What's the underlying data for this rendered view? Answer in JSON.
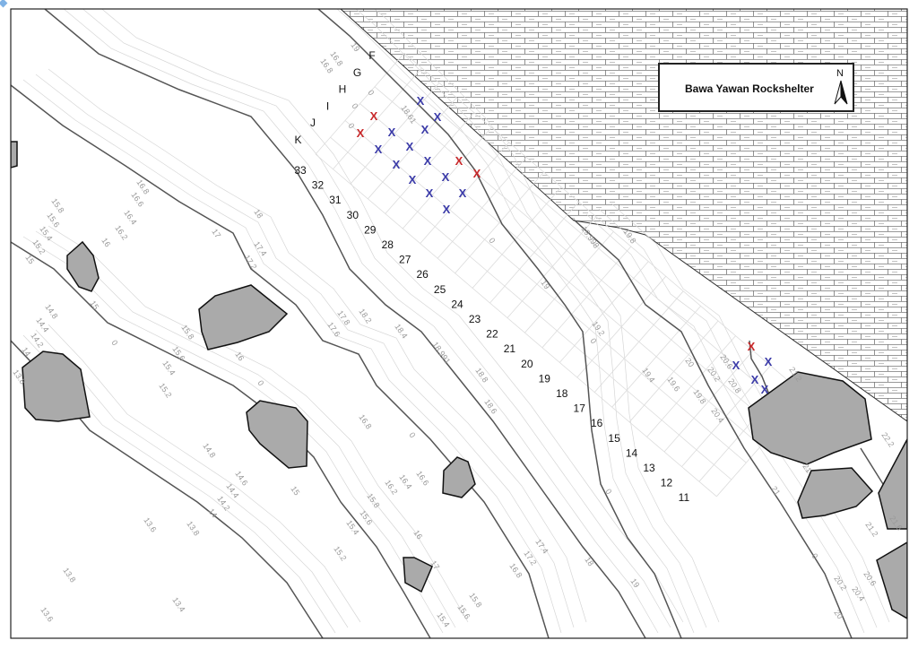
{
  "title": "Bawa Yawan Rockshelter",
  "north_label": "N",
  "colors": {
    "rock": "#aaaaaa",
    "contour_major": "#555555",
    "contour_minor": "#d6d6d6",
    "grid": "#dcdcdc",
    "find_blue": "#3a3aa8",
    "find_red": "#c8282a",
    "cliff_hatch": "#666666"
  },
  "grid_rows": [
    "F",
    "G",
    "H",
    "I",
    "J",
    "K"
  ],
  "grid_columns": [
    "33",
    "32",
    "31",
    "30",
    "29",
    "28",
    "27",
    "26",
    "25",
    "24",
    "23",
    "22",
    "21",
    "20",
    "19",
    "18",
    "17",
    "16",
    "15",
    "14",
    "13",
    "12",
    "11"
  ],
  "find_marker": "X",
  "finds": {
    "blue_count": 17,
    "red_count": 5
  },
  "contour_labels": [
    "16.8",
    "16.8",
    "19",
    "0",
    "0",
    "0",
    "18.61",
    "16.8",
    "16.6",
    "16.4",
    "16.2",
    "16",
    "15.8",
    "15.6",
    "15.4",
    "15.2",
    "15",
    "14.8",
    "14.4",
    "14.2",
    "14",
    "13.8",
    "17",
    "17.4",
    "17.2",
    "18",
    "15.8",
    "15.6",
    "15.4",
    "15.2",
    "15",
    "0",
    "16",
    "0",
    "17.8",
    "17.6",
    "18.2",
    "18.4",
    "18.991",
    "18.8",
    "18.6",
    "16.8",
    "0",
    "16.6",
    "16.4",
    "16.2",
    "15.8",
    "15.6",
    "15.4",
    "15.2",
    "15",
    "14.8",
    "14.6",
    "14.4",
    "14.2",
    "14",
    "13.8",
    "13.6",
    "13.8",
    "13.6",
    "13.4",
    "16",
    "17.4",
    "17.2",
    "16.8",
    "18",
    "19",
    "0",
    "15.8",
    "15.6",
    "15.4",
    "17",
    "19",
    "0",
    "19.2",
    "0",
    "19.4",
    "19.6",
    "19.8",
    "20",
    "20.2",
    "20.4",
    "20.6",
    "20.8",
    "19.998",
    "19.8",
    "21.2",
    "21",
    "22.2",
    "0",
    "20.2",
    "20.4",
    "20.6",
    "20",
    "21.6",
    "21.2",
    "21"
  ]
}
